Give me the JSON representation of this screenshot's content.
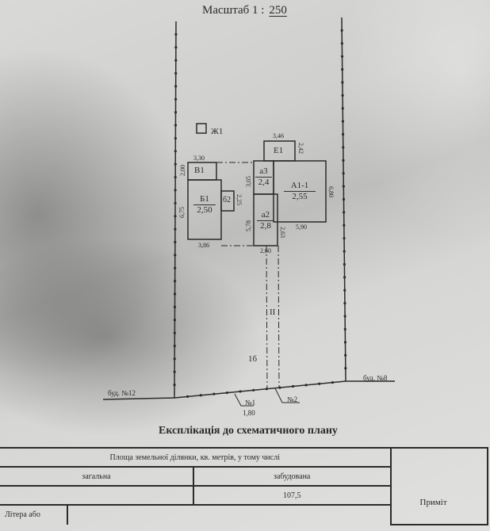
{
  "header": {
    "scale_label": "Масштаб 1 :",
    "scale_value": "250"
  },
  "plan": {
    "well": "Ж1",
    "buildings": [
      {
        "letter": "Е1",
        "dims": [
          "3,46",
          "2,42"
        ]
      },
      {
        "letter": "В1",
        "dims": [
          "3,30",
          "2,00"
        ]
      },
      {
        "letter": "Б1",
        "height": "2,50",
        "dims": [
          "6,75",
          "3,86"
        ]
      },
      {
        "letter": "б2",
        "dims": [
          "2,25"
        ]
      },
      {
        "letter": "а3",
        "height": "2,4",
        "dims": [
          "3,65"
        ]
      },
      {
        "letter": "А1-1",
        "height": "2,55",
        "dims": [
          "6,80",
          "5,90"
        ]
      },
      {
        "letter": "а2",
        "height": "2,8",
        "dims": [
          "5,78",
          "2,63",
          "2,60"
        ]
      }
    ],
    "labels": {
      "gate_zone": "II",
      "yard": "1б",
      "neighbor_left": "буд. №12",
      "neighbor_right": "буд. №8",
      "gate1": "№1",
      "gate1_width": "1,80",
      "gate2": "№2"
    }
  },
  "explication": {
    "title": "Експлікація до схематичного плану",
    "table": {
      "header": "Площа земельної ділянки, кв. метрів, у тому числі",
      "col_total": "загальна",
      "col_built": "забудована",
      "total_value": "",
      "built_value": "107,5",
      "notes": "Приміт",
      "letter_col": "Літера або"
    }
  }
}
